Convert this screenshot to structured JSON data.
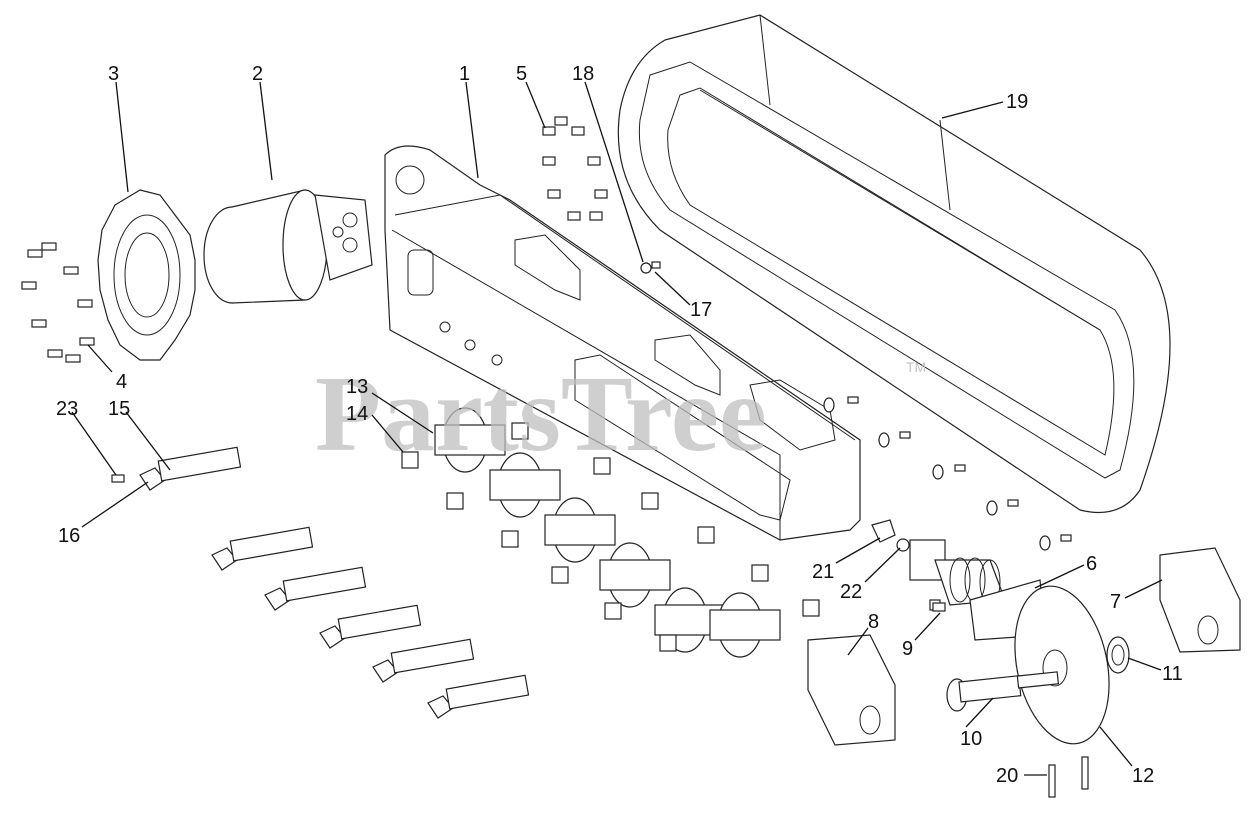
{
  "watermark": {
    "text": "PartsTree",
    "trademark": "TM"
  },
  "callouts": [
    {
      "id": "c1",
      "text": "1"
    },
    {
      "id": "c2",
      "text": "2"
    },
    {
      "id": "c3",
      "text": "3"
    },
    {
      "id": "c4",
      "text": "4"
    },
    {
      "id": "c5",
      "text": "5"
    },
    {
      "id": "c6",
      "text": "6"
    },
    {
      "id": "c7",
      "text": "7"
    },
    {
      "id": "c8",
      "text": "8"
    },
    {
      "id": "c9",
      "text": "9"
    },
    {
      "id": "c10",
      "text": "10"
    },
    {
      "id": "c11",
      "text": "11"
    },
    {
      "id": "c12",
      "text": "12"
    },
    {
      "id": "c13",
      "text": "13"
    },
    {
      "id": "c14",
      "text": "14"
    },
    {
      "id": "c15",
      "text": "15"
    },
    {
      "id": "c16",
      "text": "16"
    },
    {
      "id": "c17",
      "text": "17"
    },
    {
      "id": "c18",
      "text": "18"
    },
    {
      "id": "c19",
      "text": "19"
    },
    {
      "id": "c20",
      "text": "20"
    },
    {
      "id": "c21",
      "text": "21"
    },
    {
      "id": "c22",
      "text": "22"
    },
    {
      "id": "c23",
      "text": "23"
    }
  ],
  "colors": {
    "line": "#111111",
    "watermark": "#bfbfbf",
    "background": "#ffffff"
  }
}
